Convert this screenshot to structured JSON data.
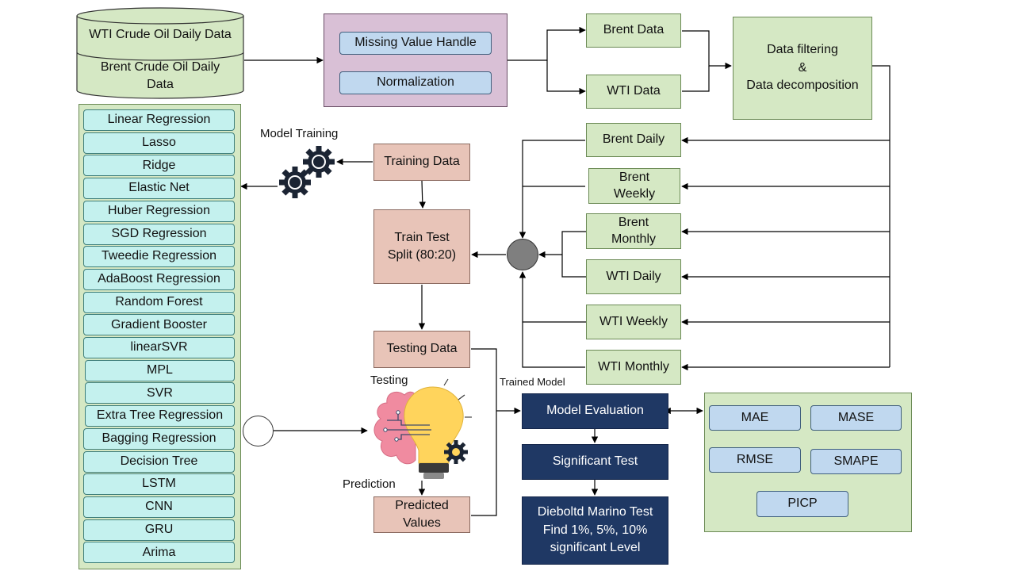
{
  "source": {
    "wti": "WTI Crude Oil Daily Data",
    "brent": "Brent Crude Oil Daily Data"
  },
  "preprocess": {
    "missing": "Missing Value Handle",
    "normalization": "Normalization"
  },
  "split_data": {
    "brent": "Brent Data",
    "wti": "WTI Data"
  },
  "filtering": "Data filtering\n&\nData decomposition",
  "series": [
    "Brent Daily",
    "Brent\nWeekly",
    "Brent\nMonthly",
    "WTI Daily",
    "WTI Weekly",
    "WTI Monthly"
  ],
  "models": [
    "Linear Regression",
    "Lasso",
    "Ridge",
    "Elastic Net",
    "Huber Regression",
    "SGD Regression",
    "Tweedie Regression",
    "AdaBoost Regression",
    "Random Forest",
    "Gradient Booster",
    "linearSVR",
    "MPL",
    "SVR",
    "Extra Tree Regression",
    "Bagging Regression",
    "Decision Tree",
    "LSTM",
    "CNN",
    "GRU",
    "Arima"
  ],
  "labels": {
    "model_training": "Model Training",
    "testing": "Testing",
    "prediction": "Prediction",
    "trained_model": "Trained Model"
  },
  "pipeline": {
    "training_data": "Training Data",
    "train_test_split": "Train Test\nSplit (80:20)",
    "testing_data": "Testing Data",
    "predicted_values": "Predicted\nValues"
  },
  "evaluation": {
    "model_evaluation": "Model Evaluation",
    "significant_test": "Significant Test",
    "dm_test": "Dieboltd Marino Test\nFind 1%, 5%, 10%\nsignificant Level"
  },
  "metrics": {
    "mae": "MAE",
    "mase": "MASE",
    "rmse": "RMSE",
    "smape": "SMAPE",
    "picp": "PICP"
  },
  "colors": {
    "green_fill": "#d5e8c4",
    "pink_fill": "#e8c4b8",
    "purple_fill": "#d9c0d6",
    "navy_fill": "#1f3864",
    "cyan_fill": "#c4f1ee",
    "light_blue_fill": "#c0d8ef",
    "bulb_yellow": "#ffd45c",
    "brain_pink": "#f08ba0",
    "gear_dark": "#1b2433",
    "hub_gray": "#7f7f7f"
  },
  "icons": [
    "gears-icon",
    "brain-bulb-icon",
    "small-gear-icon",
    "empty-circle-node",
    "merge-hub-node"
  ]
}
